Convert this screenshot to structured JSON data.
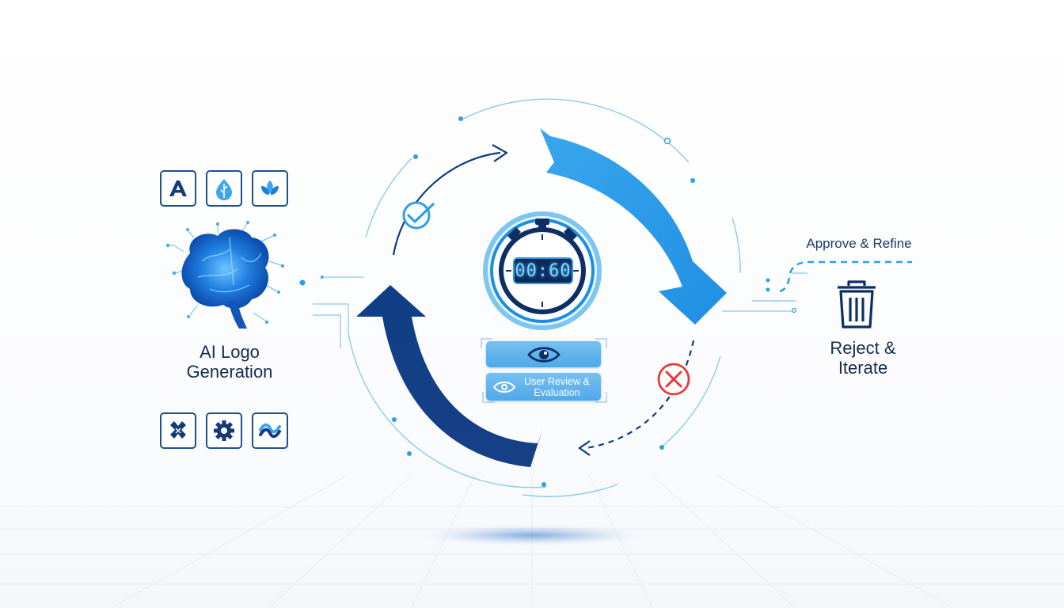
{
  "labels": {
    "ai_generation": "AI Logo Generation",
    "approve": "Approve & Refine",
    "reject": "Reject & Iterate",
    "user_review": "User Review & Evaluation",
    "timer": "00:60"
  },
  "icons": {
    "top_row": [
      "letter-a-icon",
      "water-drop-leaf-icon",
      "leaf-icon"
    ],
    "bottom_row": [
      "puzzle-cross-icon",
      "gear-icon",
      "wave-icon"
    ],
    "center": [
      "stopwatch-icon",
      "eye-icon"
    ],
    "status": [
      "check-circle-icon",
      "x-circle-icon",
      "trash-icon",
      "brain-icon"
    ]
  },
  "colors": {
    "navy": "#0d3b80",
    "sky": "#2f9ee8",
    "light": "#8ccaf2",
    "reject_red": "#e53935",
    "text": "#172b4d"
  }
}
